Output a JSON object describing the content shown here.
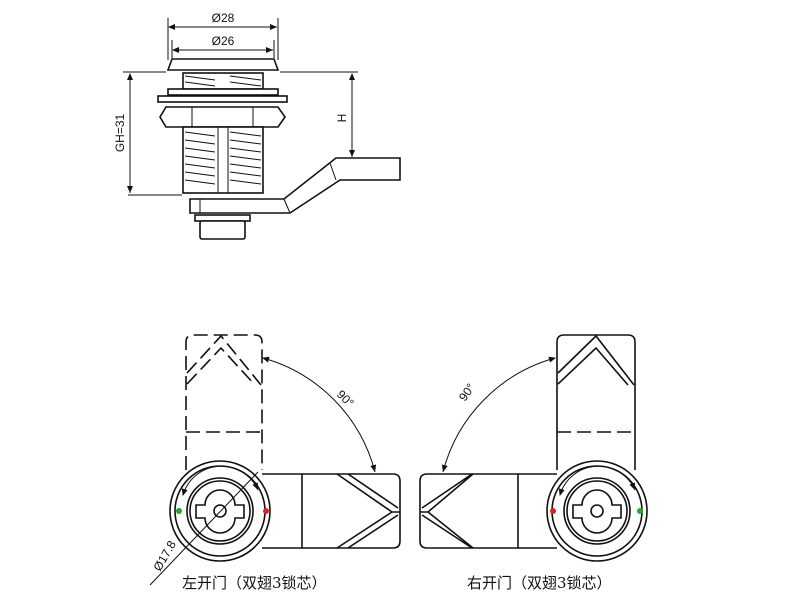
{
  "top_view": {
    "dim_outer": "Ø28",
    "dim_inner": "Ø26",
    "dim_gh": "GH=31",
    "dim_h": "H"
  },
  "left_view": {
    "angle": "90°",
    "diameter": "Ø17.8",
    "caption": "左开门（双翅3锁芯）"
  },
  "right_view": {
    "angle": "90°",
    "caption": "右开门（双翅3锁芯）"
  },
  "colors": {
    "indicator_green": "#22a830",
    "indicator_red": "#e02020"
  }
}
